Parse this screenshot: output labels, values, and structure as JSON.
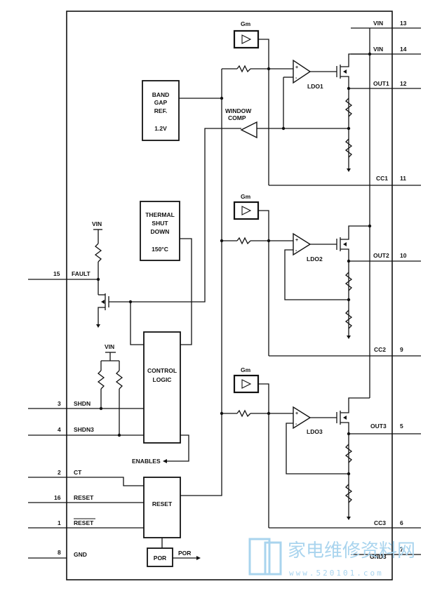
{
  "blocks": {
    "bandgap": [
      "BAND",
      "GAP",
      "REF.",
      "1.2V"
    ],
    "thermal": [
      "THERMAL",
      "SHUT",
      "DOWN",
      "150°C"
    ],
    "control": [
      "CONTROL",
      "LOGIC"
    ],
    "reset": "RESET",
    "por": "POR",
    "window_comp": [
      "WINDOW",
      "COMP"
    ]
  },
  "gm_label": "Gm",
  "ldos": [
    "LDO1",
    "LDO2",
    "LDO3"
  ],
  "signals": {
    "vin": "VIN",
    "enables": "ENABLES",
    "por_out": "POR"
  },
  "pins_left": [
    {
      "num": "15",
      "name": "FAULT"
    },
    {
      "num": "3",
      "name": "SHDN"
    },
    {
      "num": "4",
      "name": "SHDN3"
    },
    {
      "num": "2",
      "name": "CT"
    },
    {
      "num": "16",
      "name": "RESET"
    },
    {
      "num": "1",
      "name": "RESET"
    },
    {
      "num": "8",
      "name": "GND"
    }
  ],
  "pins_right": [
    {
      "num": "13",
      "name": "VIN"
    },
    {
      "num": "14",
      "name": "VIN"
    },
    {
      "num": "12",
      "name": "OUT1"
    },
    {
      "num": "11",
      "name": "CC1"
    },
    {
      "num": "10",
      "name": "OUT2"
    },
    {
      "num": "9",
      "name": "CC2"
    },
    {
      "num": "5",
      "name": "OUT3"
    },
    {
      "num": "6",
      "name": "CC3"
    },
    {
      "num": "7",
      "name": "GND3"
    }
  ],
  "watermark": {
    "text": "家电维修资料网",
    "url": "www.520101.com"
  }
}
